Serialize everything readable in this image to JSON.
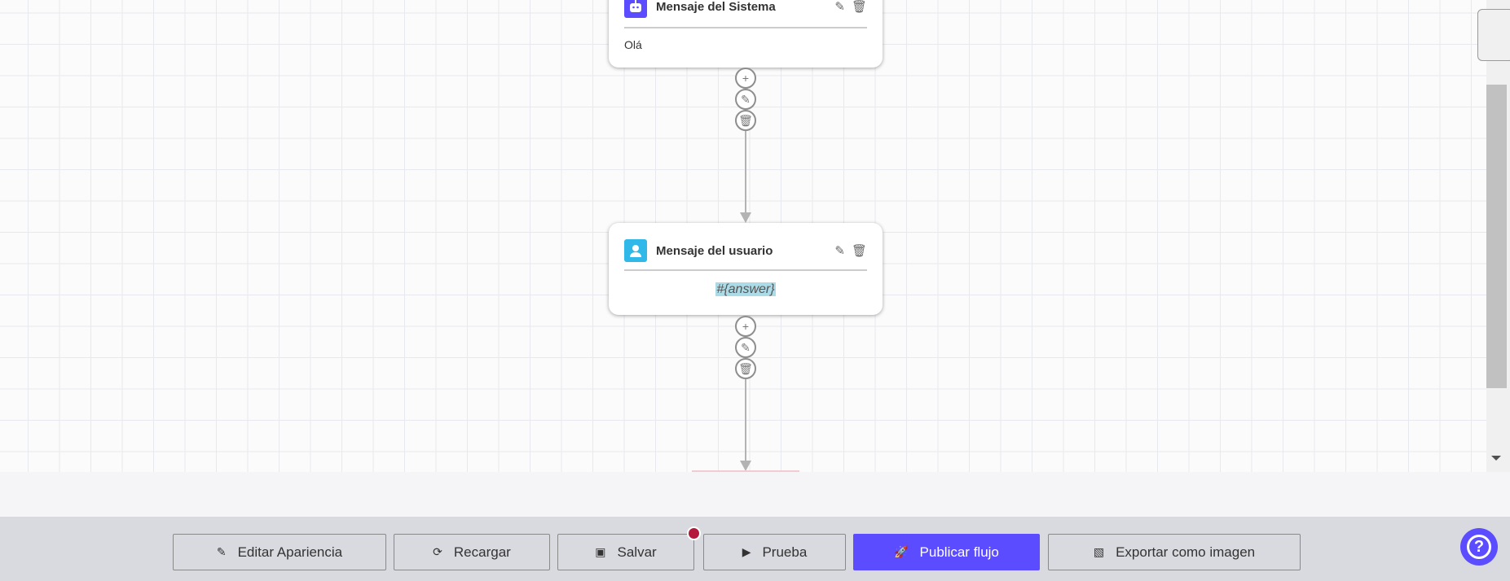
{
  "nodes": [
    {
      "title": "Mensaje del Sistema",
      "content": "Olá",
      "icon": "robot-icon",
      "color": "#5b4cff"
    },
    {
      "title": "Mensaje del usuario",
      "content": "#{answer}",
      "icon": "user-icon",
      "color": "#2fb8e8"
    }
  ],
  "toolbar": {
    "edit_appearance": "Editar Apariencia",
    "reload": "Recargar",
    "save": "Salvar",
    "test": "Prueba",
    "publish": "Publicar flujo",
    "export": "Exportar como imagen",
    "help": "?"
  },
  "colors": {
    "accent": "#5b4cff",
    "unsaved_dot": "#b3173c"
  }
}
